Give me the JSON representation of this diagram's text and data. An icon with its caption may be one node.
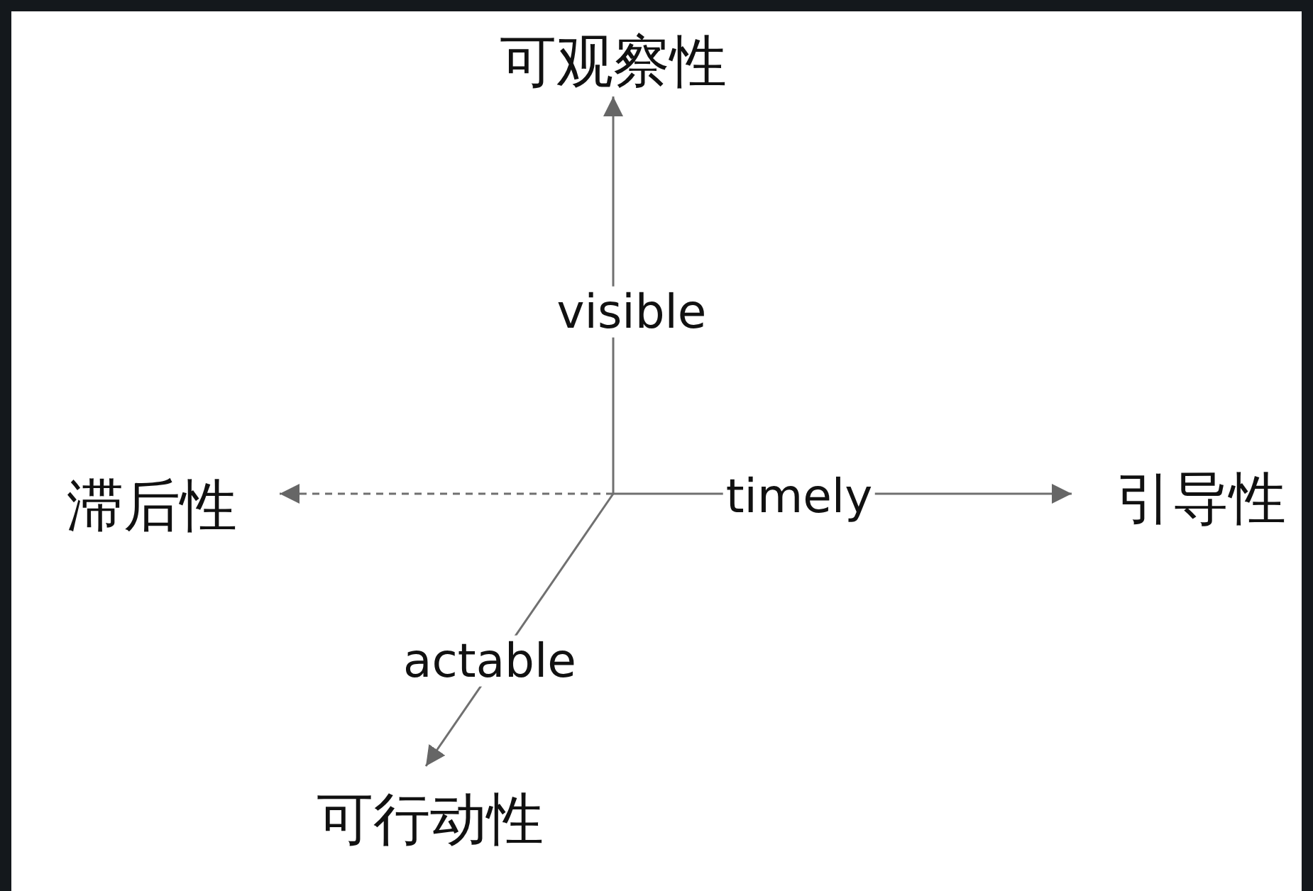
{
  "diagram": {
    "nodes": [
      {
        "text": [
          "可观察性"
        ]
      },
      {
        "text": [
          "滞后性"
        ]
      },
      {
        "text": [
          "引导性"
        ]
      },
      {
        "text": [
          "可行动性"
        ]
      }
    ],
    "edges": [
      {
        "from": null,
        "to": 0,
        "arrow": "to",
        "label": "visible"
      },
      {
        "from": null,
        "to": 1,
        "arrow": "to",
        "style": "dashed"
      },
      {
        "from": null,
        "to": 2,
        "arrow": "to",
        "label": "timely"
      },
      {
        "from": null,
        "to": 3,
        "arrow": "to",
        "label": "actable"
      }
    ]
  }
}
